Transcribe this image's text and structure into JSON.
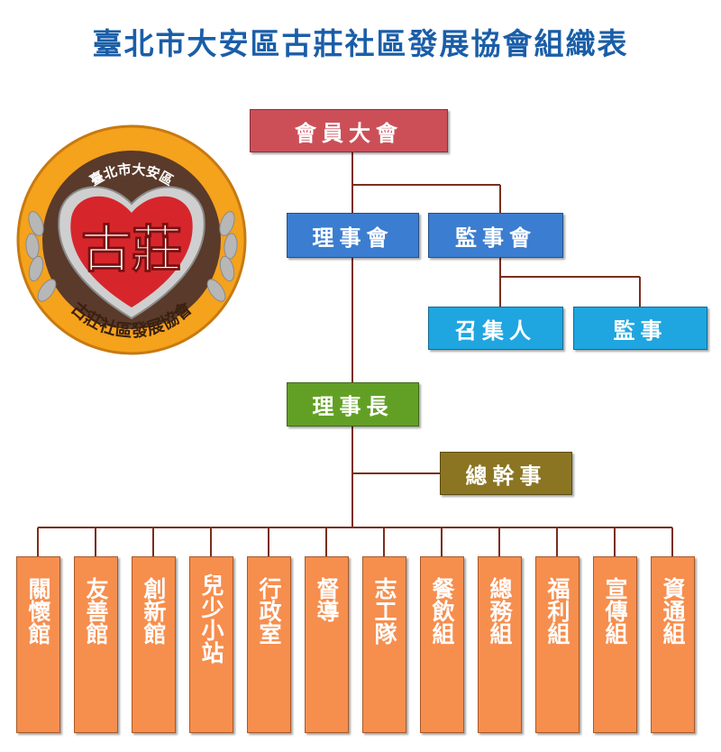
{
  "title": "臺北市大安區古莊社區發展協會組織表",
  "logo": {
    "top_text": "臺北市大安區",
    "center_text": "古莊",
    "bottom_text": "古莊社區發展協會",
    "colors": {
      "ring": "#f5a21c",
      "heart": "#d6262c",
      "disc": "#5a3a2a",
      "silver": "#b7b7b7"
    }
  },
  "nodes": {
    "general_assembly": "會員大會",
    "board": "理事會",
    "supervisors": "監事會",
    "convener": "召集人",
    "supervisor": "監事",
    "chairman": "理事長",
    "secretary_general": "總幹事"
  },
  "units": [
    "關懷館",
    "友善館",
    "創新館",
    "兒少小站",
    "行政室",
    "督導",
    "志工隊",
    "餐飲組",
    "總務組",
    "福利組",
    "宣傳組",
    "資通組"
  ],
  "colors": {
    "line": "#7a2e1e",
    "assembly": "#cc4f58",
    "board": "#3b7dd0",
    "supervisor_sub": "#1fa6e0",
    "chairman": "#62a025",
    "secretary": "#8b7522",
    "unit": "#f68e4e"
  }
}
